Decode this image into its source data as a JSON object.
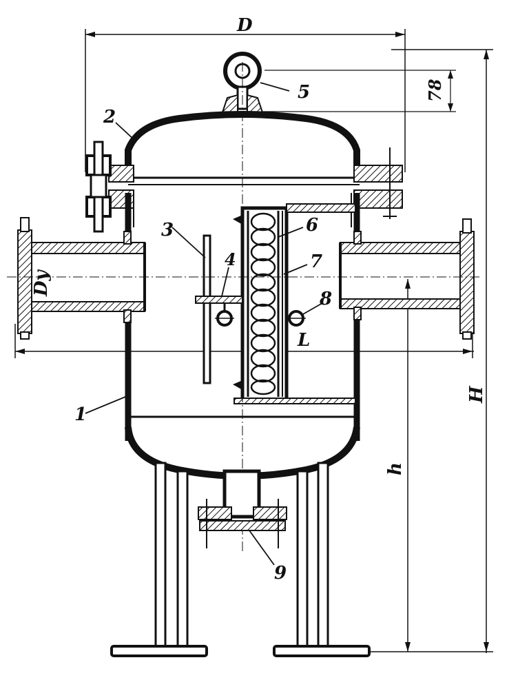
{
  "labels": {
    "dim_D": "D",
    "dim_78": "78",
    "dim_Dy": "Dy",
    "dim_L": "L",
    "dim_H": "H",
    "dim_h": "h",
    "part_1": "1",
    "part_2": "2",
    "part_3": "3",
    "part_4": "4",
    "part_5": "5",
    "part_6": "6",
    "part_7": "7",
    "part_8": "8",
    "part_9": "9"
  },
  "colors": {
    "ink": "#111111",
    "paper": "#ffffff"
  }
}
